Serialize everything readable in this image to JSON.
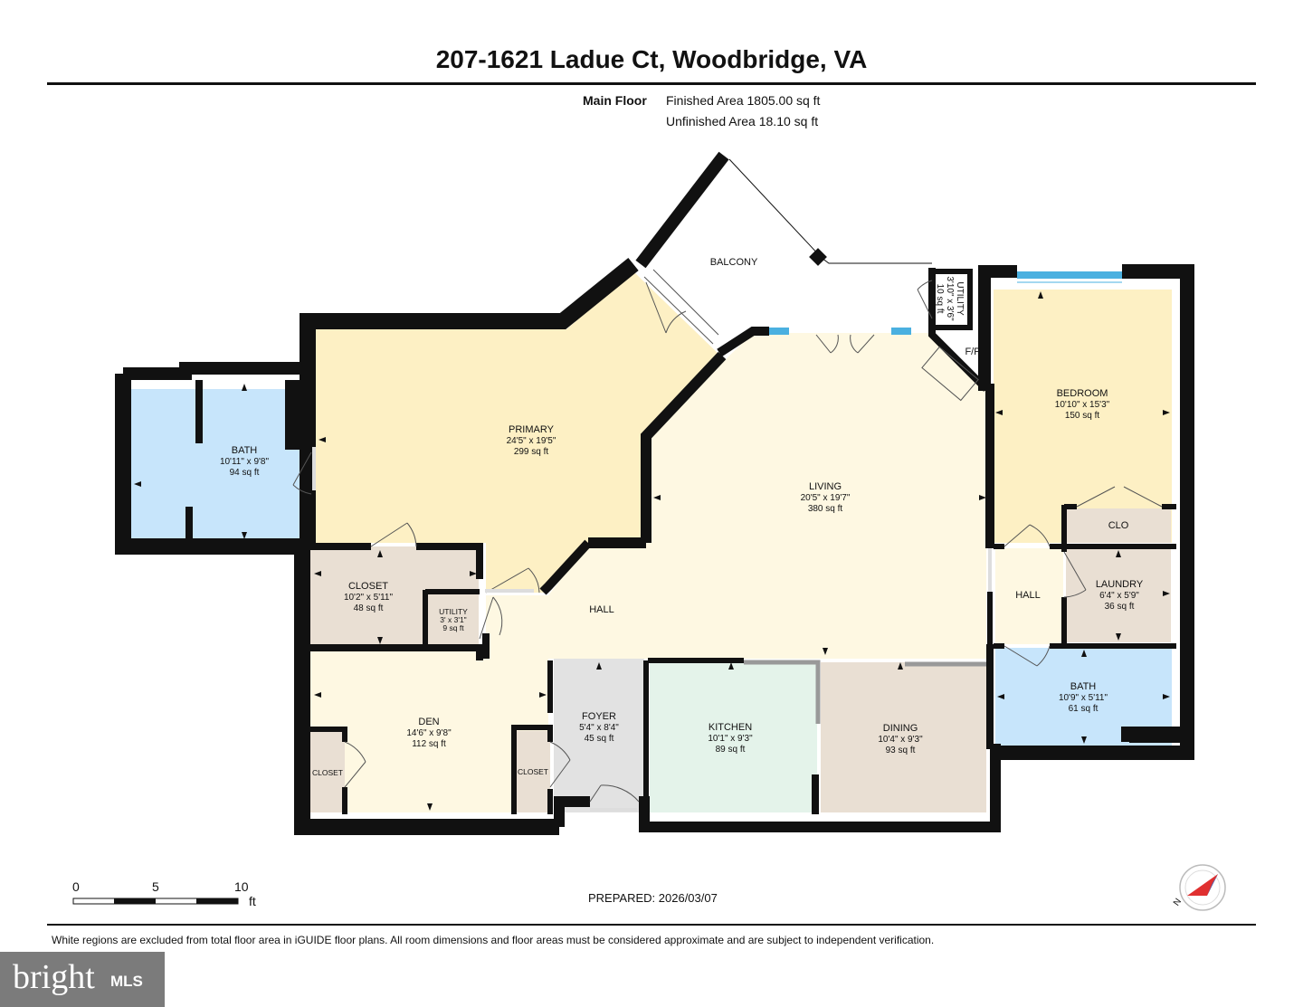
{
  "title": "207-1621 Ladue Ct, Woodbridge, VA",
  "floor_label": "Main Floor",
  "finished_area": "Finished Area 1805.00 sq ft",
  "unfinished_area": "Unfinished Area 18.10 sq ft",
  "rooms": {
    "balcony": {
      "name": "BALCONY"
    },
    "utility_top": {
      "name": "UTILITY",
      "dims": "3'10\" x 3'6\"",
      "area": "10 sq ft"
    },
    "fp": {
      "name": "F/P"
    },
    "primary": {
      "name": "PRIMARY",
      "dims": "24'5\" x 19'5\"",
      "area": "299 sq ft"
    },
    "bath_left": {
      "name": "BATH",
      "dims": "10'11\" x 9'8\"",
      "area": "94 sq ft"
    },
    "bedroom": {
      "name": "BEDROOM",
      "dims": "10'10\" x 15'3\"",
      "area": "150 sq ft"
    },
    "living": {
      "name": "LIVING",
      "dims": "20'5\" x 19'7\"",
      "area": "380 sq ft"
    },
    "clo": {
      "name": "CLO"
    },
    "closet_main": {
      "name": "CLOSET",
      "dims": "10'2\" x 5'11\"",
      "area": "48 sq ft"
    },
    "utility_small": {
      "name": "UTILITY",
      "dims": "3' x 3'1\"",
      "area": "9 sq ft"
    },
    "hall_center": {
      "name": "HALL"
    },
    "hall_right": {
      "name": "HALL"
    },
    "laundry": {
      "name": "LAUNDRY",
      "dims": "6'4\" x 5'9\"",
      "area": "36 sq ft"
    },
    "den": {
      "name": "DEN",
      "dims": "14'6\" x 9'8\"",
      "area": "112 sq ft"
    },
    "closet_den": {
      "name": "CLOSET"
    },
    "closet_foyer": {
      "name": "CLOSET"
    },
    "foyer": {
      "name": "FOYER",
      "dims": "5'4\" x 8'4\"",
      "area": "45 sq ft"
    },
    "kitchen": {
      "name": "KITCHEN",
      "dims": "10'1\" x 9'3\"",
      "area": "89 sq ft"
    },
    "dining": {
      "name": "DINING",
      "dims": "10'4\" x 9'3\"",
      "area": "93 sq ft"
    },
    "bath_right": {
      "name": "BATH",
      "dims": "10'9\" x 5'11\"",
      "area": "61 sq ft"
    }
  },
  "scale": {
    "labels": [
      "0",
      "5",
      "10"
    ],
    "unit": "ft"
  },
  "prepared": "PREPARED: 2026/03/07",
  "compass_letter": "N",
  "disclaimer": "White regions are excluded from total floor area in iGUIDE floor plans. All room dimensions and floor areas must be considered approximate and are subject to independent verification.",
  "logo": {
    "word": "bright",
    "suffix": "MLS"
  },
  "colors": {
    "wall": "#111111",
    "primary": "#fdf0c4",
    "bedroom": "#fdf0c4",
    "living": "#fef8e2",
    "bath": "#c7e5fb",
    "closet": "#e9dfd3",
    "kitchen": "#e4f3ea",
    "foyer": "#e2e2e2",
    "dining": "#e9dfd3",
    "window": "#4ab0e0",
    "compass_arrow": "#e03030"
  }
}
